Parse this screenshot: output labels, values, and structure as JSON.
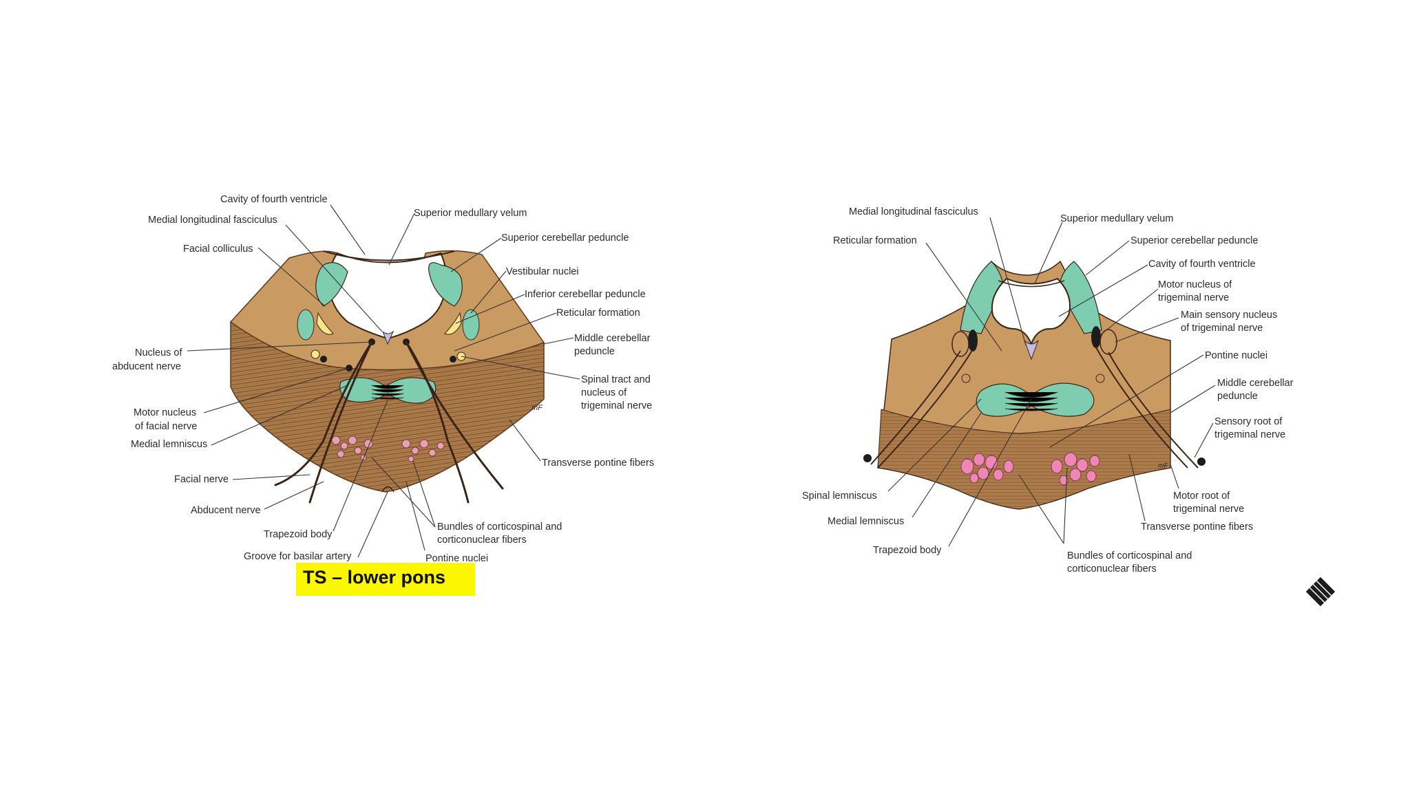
{
  "caption": "TS – lower pons",
  "colors": {
    "tissue": "#c99a62",
    "tissue_dark": "#8a5e33",
    "teal": "#7ecdb0",
    "pink": "#ef86b4",
    "yellow": "#f6e58a",
    "highlight": "#fbf700"
  },
  "left": {
    "labels": [
      "Cavity of fourth ventricle",
      "Medial longitudinal fasciculus",
      "Facial colliculus",
      "Superior medullary velum",
      "Superior cerebellar peduncle",
      "Vestibular nuclei",
      "Inferior cerebellar peduncle",
      "Reticular formation",
      "Middle cerebellar",
      "peduncle",
      "Nucleus of",
      "abducent nerve",
      "Spinal tract and",
      "nucleus of",
      "trigeminal nerve",
      "Motor nucleus",
      "of facial nerve",
      "Medial lemniscus",
      "Transverse pontine fibers",
      "Facial nerve",
      "Abducent nerve",
      "Trapezoid body",
      "Bundles of corticospinal and",
      "corticonuclear fibers",
      "Groove for basilar artery",
      "Pontine nuclei"
    ],
    "signature": "mF"
  },
  "right": {
    "labels": [
      "Medial longitudinal fasciculus",
      "Superior medullary velum",
      "Reticular formation",
      "Superior cerebellar peduncle",
      "Cavity of fourth ventricle",
      "Motor nucleus of",
      "trigeminal nerve",
      "Main sensory nucleus",
      "of trigeminal nerve",
      "Pontine nuclei",
      "Middle cerebellar",
      "peduncle",
      "Sensory root of",
      "trigeminal nerve",
      "Spinal lemniscus",
      "Motor root of",
      "trigeminal nerve",
      "Medial lemniscus",
      "Transverse pontine fibers",
      "Trapezoid body",
      "Bundles of corticospinal and",
      "corticonuclear fibers"
    ],
    "signature": "mF"
  }
}
